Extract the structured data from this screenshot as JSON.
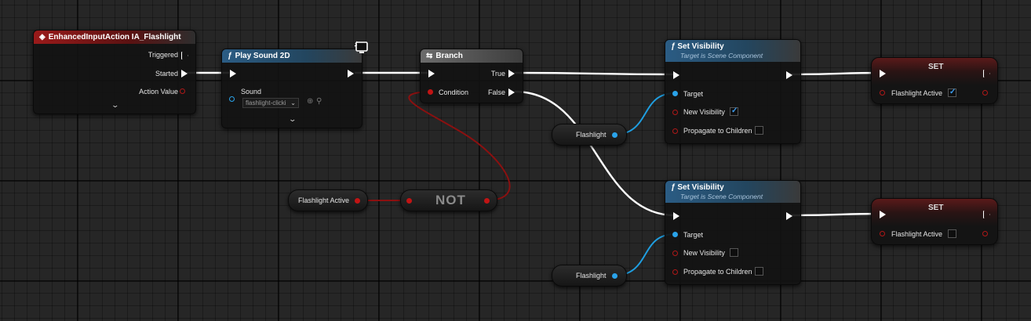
{
  "nodes": {
    "input_action": {
      "title": "EnhancedInputAction IA_Flashlight",
      "pins": {
        "triggered": "Triggered",
        "started": "Started",
        "action_value": "Action Value"
      },
      "expand_icon": "chevron-down-icon"
    },
    "play_sound": {
      "title": "Play Sound 2D",
      "sound_label": "Sound",
      "sound_value": "flashlight-clicki",
      "badge_icon": "monitor-icon",
      "expand_icon": "chevron-down-icon"
    },
    "branch": {
      "title": "Branch",
      "pins": {
        "true": "True",
        "false": "False",
        "condition": "Condition"
      }
    },
    "set_visibility_1": {
      "title": "Set Visibility",
      "subtitle": "Target is Scene Component",
      "pins": {
        "target": "Target",
        "new_visibility": "New Visibility",
        "propagate": "Propagate to Children"
      },
      "new_visibility_checked": true
    },
    "set_visibility_2": {
      "title": "Set Visibility",
      "subtitle": "Target is Scene Component",
      "pins": {
        "target": "Target",
        "new_visibility": "New Visibility",
        "propagate": "Propagate to Children"
      },
      "new_visibility_checked": false
    },
    "set_1": {
      "title": "SET",
      "var": "Flashlight Active",
      "checked": true
    },
    "set_2": {
      "title": "SET",
      "var": "Flashlight Active",
      "checked": false
    },
    "not": {
      "title": "NOT"
    },
    "get_flashlight_1": {
      "label": "Flashlight"
    },
    "get_flashlight_2": {
      "label": "Flashlight"
    },
    "get_flashlight_active": {
      "label": "Flashlight Active"
    }
  },
  "colors": {
    "exec_wire": "#ffffff",
    "bool_wire": "#8b1010",
    "object_wire": "#1f9ee0",
    "event_header": "#9a1a1a",
    "function_header": "#2b5c84"
  }
}
